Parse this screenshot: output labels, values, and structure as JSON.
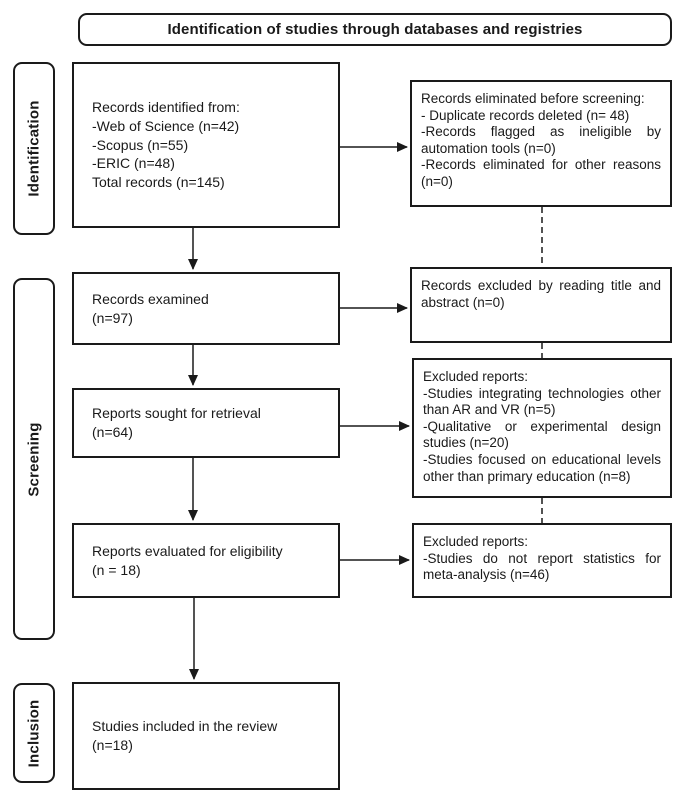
{
  "diagram": {
    "title": "Identification of studies through databases and registries",
    "colors": {
      "border": "#1a1a1a",
      "text": "#1a1a1a",
      "background": "#ffffff"
    },
    "stages": [
      {
        "id": "identification",
        "label": "Identification"
      },
      {
        "id": "screening",
        "label": "Screening"
      },
      {
        "id": "inclusion",
        "label": "Inclusion"
      }
    ],
    "left_boxes": [
      {
        "id": "records-identified",
        "lines": [
          "Records identified from:",
          "-Web of Science (n=42)",
          "-Scopus (n=55)",
          "-ERIC (n=48)",
          "Total records (n=145)"
        ]
      },
      {
        "id": "records-examined",
        "lines": [
          "Records examined",
          "(n=97)"
        ]
      },
      {
        "id": "reports-sought",
        "lines": [
          "Reports sought for retrieval",
          "(n=64)"
        ]
      },
      {
        "id": "reports-evaluated",
        "lines": [
          "Reports evaluated for eligibility",
          "(n = 18)"
        ]
      },
      {
        "id": "studies-included",
        "lines": [
          "Studies included in the review",
          "(n=18)"
        ]
      }
    ],
    "right_boxes": [
      {
        "id": "records-eliminated-before-screening",
        "lines": [
          "Records eliminated before screening:",
          "- Duplicate records deleted (n= 48)",
          "-Records flagged as ineligible by automation tools (n=0)",
          "-Records eliminated for other reasons (n=0)"
        ]
      },
      {
        "id": "records-excluded-title-abstract",
        "lines": [
          "Records excluded by reading title and abstract (n=0)"
        ]
      },
      {
        "id": "excluded-reports-screening",
        "lines": [
          "Excluded reports:",
          "-Studies integrating technologies other than AR and VR (n=5)",
          "-Qualitative or experimental design studies (n=20)",
          "-Studies focused on educational levels other than primary education (n=8)"
        ]
      },
      {
        "id": "excluded-reports-eligibility",
        "lines": [
          "Excluded reports:",
          "-Studies do not report statistics for meta-analysis (n=46)"
        ]
      }
    ]
  }
}
